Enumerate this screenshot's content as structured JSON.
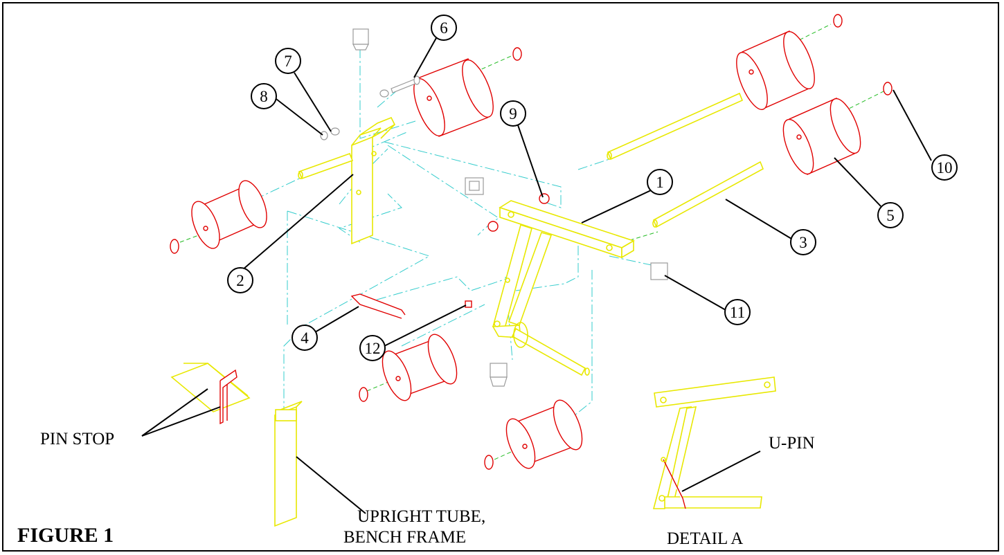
{
  "figure_title": "FIGURE 1",
  "callouts": [
    "1",
    "2",
    "3",
    "4",
    "5",
    "6",
    "7",
    "8",
    "9",
    "10",
    "11",
    "12"
  ],
  "labels": {
    "pin_stop": "PIN STOP",
    "upright_tube_line1": "UPRIGHT TUBE,",
    "upright_tube_line2": "BENCH FRAME",
    "u_pin": "U-PIN",
    "detail_a": "DETAIL A"
  },
  "colors": {
    "frame_parts": "#e8e800",
    "foam_rollers": "#e00000",
    "centerlines": "#33cccc",
    "axle_lines": "#22bb22",
    "end_caps": "#9a9a9a"
  }
}
